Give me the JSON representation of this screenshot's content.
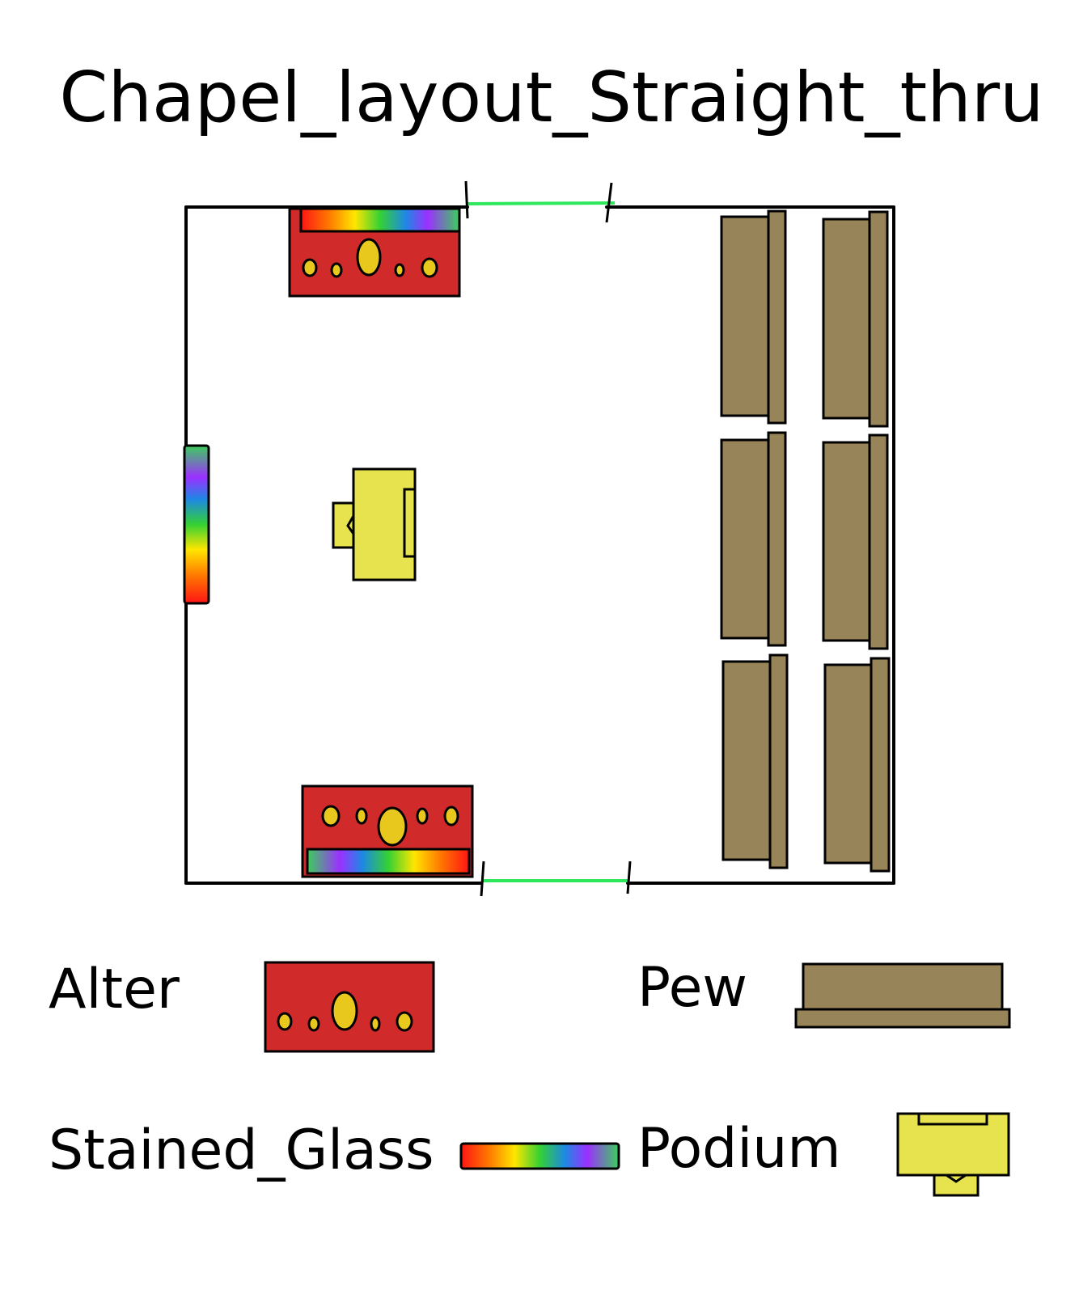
{
  "title": "Chapel_layout_Straight_thru",
  "legend": {
    "alter": "Alter",
    "pew": "Pew",
    "stained_glass": "Stained_Glass",
    "podium": "Podium"
  },
  "colors": {
    "background": "#ffffff",
    "outline": "#000000",
    "door": "#2ee85c",
    "alter_red": "#d12a2a",
    "alter_candle": "#e8c81c",
    "pew": "#978458",
    "podium": "#e6e34e",
    "glass_spectrum": [
      "#ff1414",
      "#ff7a00",
      "#ffe600",
      "#34d134",
      "#1e88e5",
      "#9b30ff",
      "#3ccf5a"
    ]
  },
  "icons": {
    "alter": "alter-icon",
    "pew": "pew-icon",
    "stained_glass": "stained-glass-icon",
    "podium": "podium-icon",
    "door": "door-icon"
  }
}
